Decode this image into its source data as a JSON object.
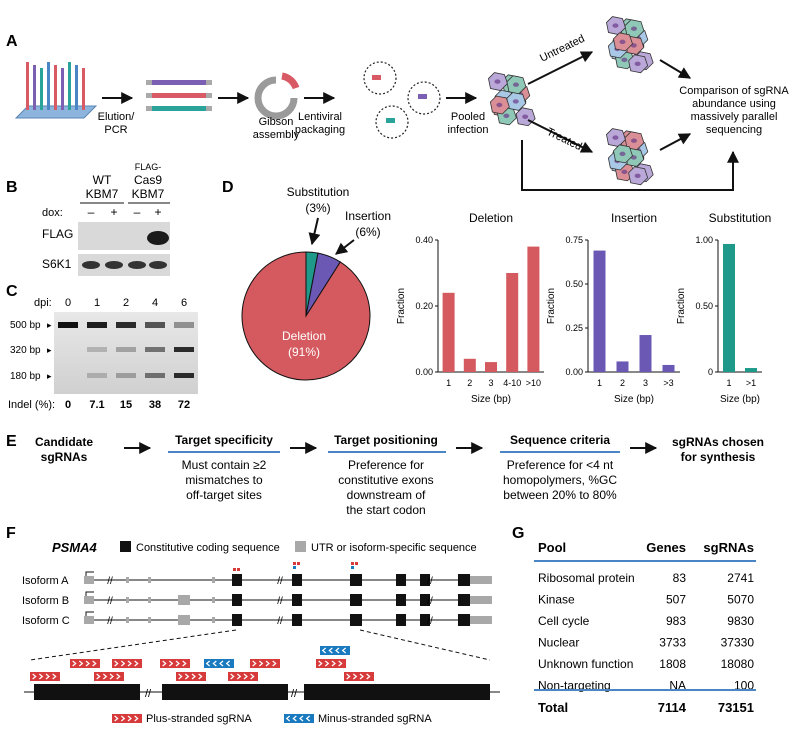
{
  "panels": {
    "A": {
      "label": "A",
      "steps": [
        "Elution/",
        "PCR",
        "Gibson",
        "assembly",
        "Lentiviral",
        "packaging",
        "Pooled",
        "infection"
      ],
      "branch_untreated": "Untreated",
      "branch_treated": "Treated",
      "outcome": [
        "Comparison of sgRNA",
        "abundance using",
        "massively parallel",
        "sequencing"
      ]
    },
    "B": {
      "label": "B",
      "col1": [
        "WT",
        "KBM7"
      ],
      "col2": [
        "FLAG-",
        "Cas9",
        "KBM7"
      ],
      "dox": "dox:",
      "dox_states": [
        "–",
        "+",
        "–",
        "+"
      ],
      "rows": [
        "FLAG",
        "S6K1"
      ]
    },
    "C": {
      "label": "C",
      "dpi_label": "dpi:",
      "dpi": [
        "0",
        "1",
        "2",
        "4",
        "6"
      ],
      "bands": [
        "500 bp",
        "320 bp",
        "180 bp"
      ],
      "indel_label": "Indel (%):",
      "indel": [
        "0",
        "7.1",
        "15",
        "38",
        "72"
      ]
    },
    "D": {
      "label": "D",
      "pie_labels": {
        "substitution": [
          "Substitution",
          "(3%)"
        ],
        "insertion": [
          "Insertion",
          "(6%)"
        ],
        "deletion": [
          "Deletion",
          "(91%)"
        ]
      },
      "colors": {
        "deletion": "#d45a5f",
        "insertion": "#6a58b4",
        "substitution": "#1f9a8a"
      }
    },
    "E": {
      "label": "E",
      "start": [
        "Candidate",
        "sgRNAs"
      ],
      "criteria": [
        {
          "title": "Target specificity",
          "body": [
            "Must contain ≥2",
            "mismatches to",
            "off-target sites"
          ]
        },
        {
          "title": "Target positioning",
          "body": [
            "Preference for",
            "constitutive exons",
            "downstream of",
            "the start codon"
          ]
        },
        {
          "title": "Sequence criteria",
          "body": [
            "Preference for <4 nt",
            "homopolymers, %GC",
            "between 20% to 80%"
          ]
        }
      ],
      "end": [
        "sgRNAs chosen",
        "for synthesis"
      ]
    },
    "F": {
      "label": "F",
      "gene": "PSMA4",
      "legend_coding": "Constitutive coding sequence",
      "legend_utr": "UTR or isoform-specific sequence",
      "isoforms": [
        "Isoform A",
        "Isoform B",
        "Isoform C"
      ],
      "legend_plus": "Plus-stranded sgRNA",
      "legend_minus": "Minus-stranded sgRNA"
    },
    "G": {
      "label": "G",
      "headers": [
        "Pool",
        "Genes",
        "sgRNAs"
      ],
      "rows": [
        [
          "Ribosomal protein",
          "83",
          "2741"
        ],
        [
          "Kinase",
          "507",
          "5070"
        ],
        [
          "Cell cycle",
          "983",
          "9830"
        ],
        [
          "Nuclear",
          "3733",
          "37330"
        ],
        [
          "Unknown function",
          "1808",
          "18080"
        ],
        [
          "Non-targeting",
          "NA",
          "100"
        ]
      ],
      "total": [
        "Total",
        "7114",
        "73151"
      ]
    }
  },
  "chart_data": [
    {
      "type": "pie",
      "categories": [
        "Deletion",
        "Insertion",
        "Substitution"
      ],
      "values": [
        91,
        6,
        3
      ],
      "unit": "%"
    },
    {
      "type": "bar",
      "title": "Deletion",
      "categories": [
        "1",
        "2",
        "3",
        "4-10",
        ">10"
      ],
      "values": [
        0.24,
        0.04,
        0.03,
        0.3,
        0.38
      ],
      "xlabel": "Size (bp)",
      "ylabel": "Fraction",
      "ylim": [
        0,
        0.4
      ],
      "yticks": [
        "0.00",
        "0.20",
        "0.40"
      ],
      "color": "#d45a5f"
    },
    {
      "type": "bar",
      "title": "Insertion",
      "categories": [
        "1",
        "2",
        "3",
        ">3"
      ],
      "values": [
        0.69,
        0.06,
        0.21,
        0.04
      ],
      "xlabel": "Size (bp)",
      "ylabel": "Fraction",
      "ylim": [
        0,
        0.75
      ],
      "yticks": [
        "0.00",
        "0.25",
        "0.50",
        "0.75"
      ],
      "color": "#6a58b4"
    },
    {
      "type": "bar",
      "title": "Substitution",
      "categories": [
        "1",
        ">1"
      ],
      "values": [
        0.97,
        0.03
      ],
      "xlabel": "Size (bp)",
      "ylabel": "Fraction",
      "ylim": [
        0,
        1.0
      ],
      "yticks": [
        "0",
        "0.50",
        "1.00"
      ],
      "color": "#1f9a8a"
    }
  ]
}
